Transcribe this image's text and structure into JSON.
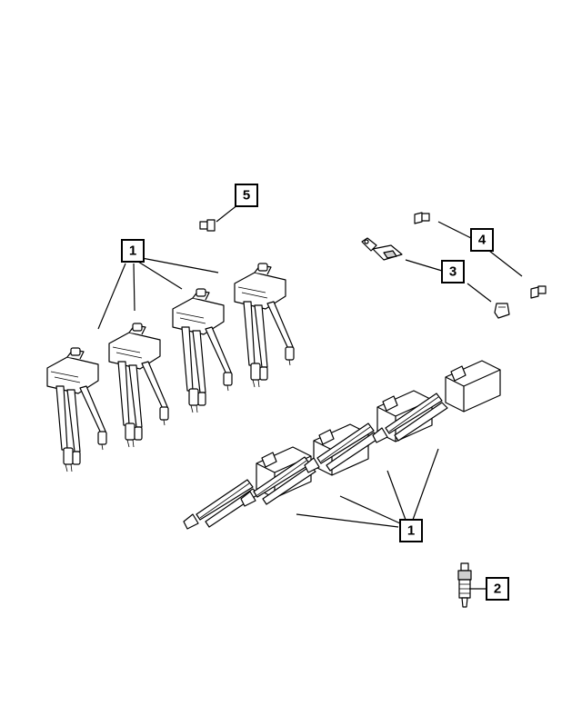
{
  "callouts": {
    "c1_top": "1",
    "c1_bottom": "1",
    "c2": "2",
    "c3": "3",
    "c4": "4",
    "c5": "5"
  },
  "icons": {
    "coil": "ignition-coil-icon",
    "plug": "spark-plug-icon",
    "bolt": "bolt-icon",
    "sensor": "sensor-icon",
    "nut": "nut-icon"
  }
}
